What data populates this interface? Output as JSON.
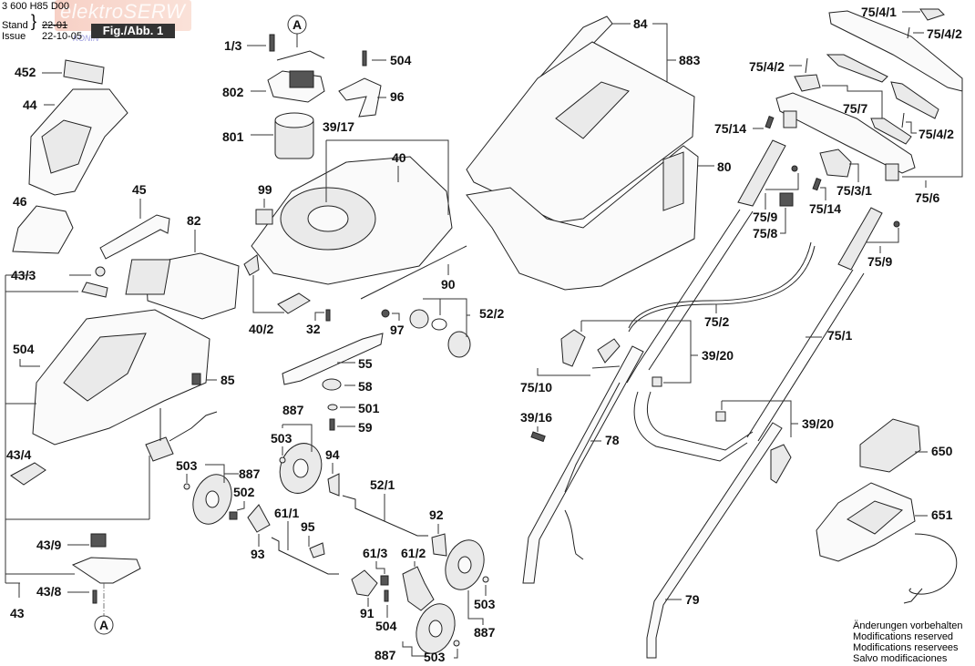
{
  "header": {
    "doc_number": "3 600 H85 D00",
    "stand_label": "Stand",
    "issue_label": "Issue",
    "stand_value": "22-01",
    "issue_value": "22-10-05",
    "figure_label": "Fig./Abb. 1",
    "watermark": "elektroSERW",
    "watermark_sub": "KONIN"
  },
  "footnote": {
    "lines": [
      "Änderungen vorbehalten",
      "Modifications reserved",
      "Modifications reservees",
      "Salvo modificaciones"
    ]
  },
  "reference_markers": [
    "A",
    "A"
  ],
  "callouts": {
    "c452": "452",
    "c44": "44",
    "c46": "46",
    "c45": "45",
    "c82": "82",
    "c43_3": "43/3",
    "c504a": "504",
    "c43_4": "43/4",
    "c43_9": "43/9",
    "c43_8": "43/8",
    "c43": "43",
    "c85": "85",
    "c1_3": "1/3",
    "c802": "802",
    "c801": "801",
    "c504b": "504",
    "c96": "96",
    "c39_17": "39/17",
    "c40": "40",
    "c99": "99",
    "c40_2": "40/2",
    "c32": "32",
    "c90": "90",
    "c97": "97",
    "c52_2": "52/2",
    "c55": "55",
    "c58": "58",
    "c501": "501",
    "c59": "59",
    "c887a": "887",
    "c503a": "503",
    "c94": "94",
    "c503b": "503",
    "c887b": "887",
    "c502": "502",
    "c93": "93",
    "c52_1": "52/1",
    "c61_1": "61/1",
    "c95": "95",
    "c92": "92",
    "c61_3": "61/3",
    "c61_2": "61/2",
    "c91": "91",
    "c504c": "504",
    "c503c": "503",
    "c887c": "887",
    "c887d": "887",
    "c503d": "503",
    "c84": "84",
    "c883": "883",
    "c80": "80",
    "c75_4_1": "75/4/1",
    "c75_4_2a": "75/4/2",
    "c75_4_2b": "75/4/2",
    "c75_7": "75/7",
    "c75_4_2c": "75/4/2",
    "c75_14a": "75/14",
    "c75_3_1": "75/3/1",
    "c75_14b": "75/14",
    "c75_6": "75/6",
    "c75_9a": "75/9",
    "c75_8": "75/8",
    "c75_9b": "75/9",
    "c75_2": "75/2",
    "c39_20a": "39/20",
    "c75_10": "75/10",
    "c75_1": "75/1",
    "c39_16": "39/16",
    "c78": "78",
    "c39_20b": "39/20",
    "c650": "650",
    "c651": "651",
    "c79": "79"
  }
}
